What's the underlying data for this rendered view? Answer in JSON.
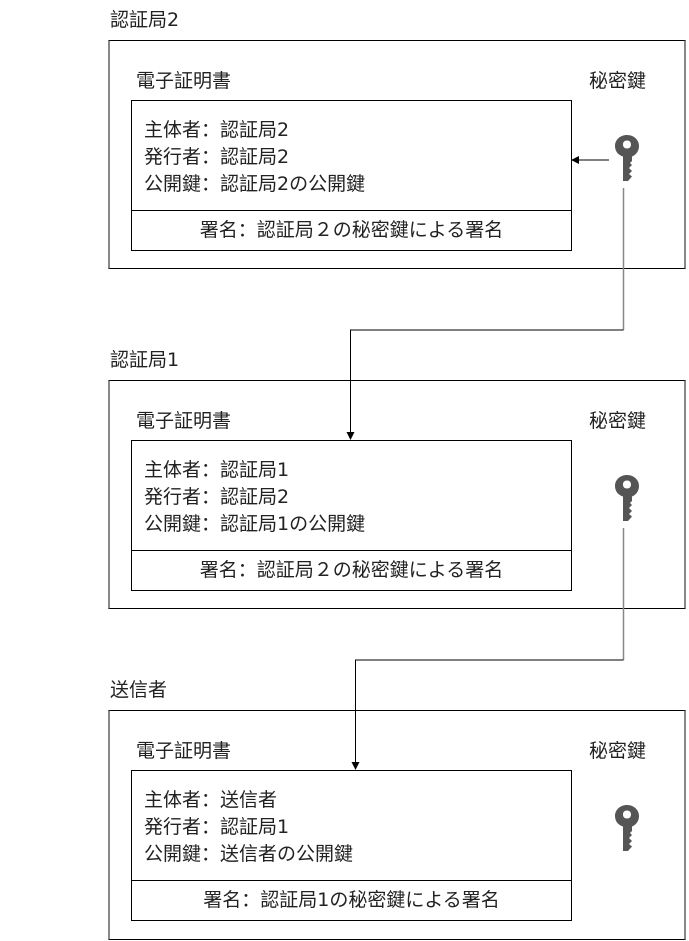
{
  "sections": [
    {
      "label": "認証局2",
      "certificate_title": "電子証明書",
      "private_key_label": "秘密鍵",
      "fields": [
        "主体者：認証局2",
        "発行者：認証局2",
        "公開鍵：認証局2の公開鍵"
      ],
      "signature": "署名：認証局２の秘密鍵による署名"
    },
    {
      "label": "認証局1",
      "certificate_title": "電子証明書",
      "private_key_label": "秘密鍵",
      "fields": [
        "主体者：認証局1",
        "発行者：認証局2",
        "公開鍵：認証局1の公開鍵"
      ],
      "signature": "署名：認証局２の秘密鍵による署名"
    },
    {
      "label": "送信者",
      "certificate_title": "電子証明書",
      "private_key_label": "秘密鍵",
      "fields": [
        "主体者：送信者",
        "発行者：認証局1",
        "公開鍵：送信者の公開鍵"
      ],
      "signature": "署名：認証局1の秘密鍵による署名"
    }
  ],
  "connections": [
    {
      "from": "認証局2.秘密鍵",
      "to": "認証局2.電子証明書",
      "meaning": "self-sign"
    },
    {
      "from": "認証局2.秘密鍵",
      "to": "認証局1.電子証明書",
      "meaning": "sign"
    },
    {
      "from": "認証局1.秘密鍵",
      "to": "送信者.電子証明書",
      "meaning": "sign"
    }
  ],
  "colors": {
    "key": "#555555",
    "connector_from_key": "#888888",
    "line": "#000000"
  }
}
